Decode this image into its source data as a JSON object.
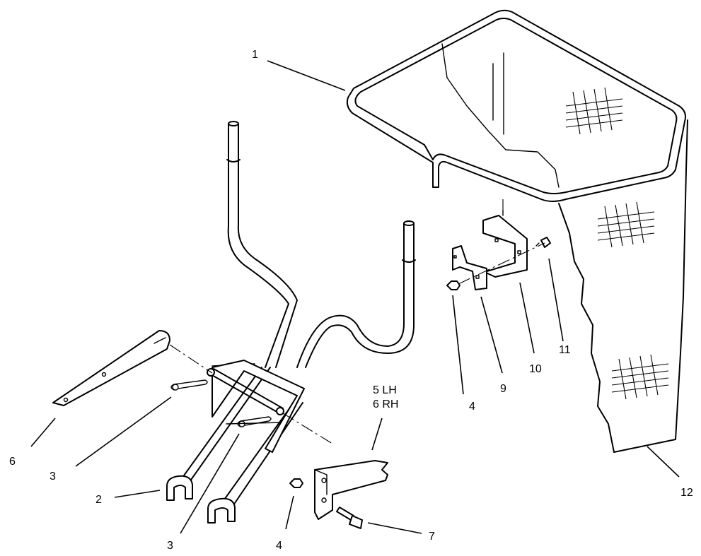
{
  "callouts": {
    "c1": "1",
    "c2": "2",
    "c3a": "3",
    "c3b": "3",
    "c4a": "4",
    "c4b": "4",
    "c5": "5 LH",
    "c6rh": "6 RH",
    "c6": "6",
    "c7": "7",
    "c9": "9",
    "c10": "10",
    "c11": "11",
    "c12": "12"
  }
}
